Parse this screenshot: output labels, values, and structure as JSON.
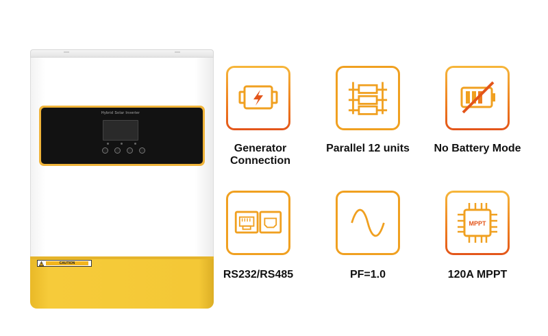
{
  "product": {
    "name": "hybrid-solar-inverter",
    "panel_model_text": "Hybrid Solar Inverter",
    "caution_label": "CAUTION",
    "colors": {
      "body": "#ffffff",
      "accent": "#f4c836",
      "panel": "#121212"
    }
  },
  "features": [
    {
      "label_lines": [
        "Generator",
        "Connection"
      ],
      "icon": "generator-icon"
    },
    {
      "label_lines": [
        "Parallel 12 units"
      ],
      "icon": "parallel-units-icon"
    },
    {
      "label_lines": [
        "No Battery Mode"
      ],
      "icon": "no-battery-icon"
    },
    {
      "label_lines": [
        "RS232/RS485"
      ],
      "icon": "communication-ports-icon"
    },
    {
      "label_lines": [
        "PF=1.0"
      ],
      "icon": "sine-wave-icon"
    },
    {
      "label_lines": [
        "120A MPPT"
      ],
      "icon": "mppt-chip-icon",
      "icon_text": "MPPT"
    }
  ],
  "colors": {
    "tile_orange": "#f0a020",
    "tile_deep": "#e3551a",
    "text": "#111111"
  }
}
